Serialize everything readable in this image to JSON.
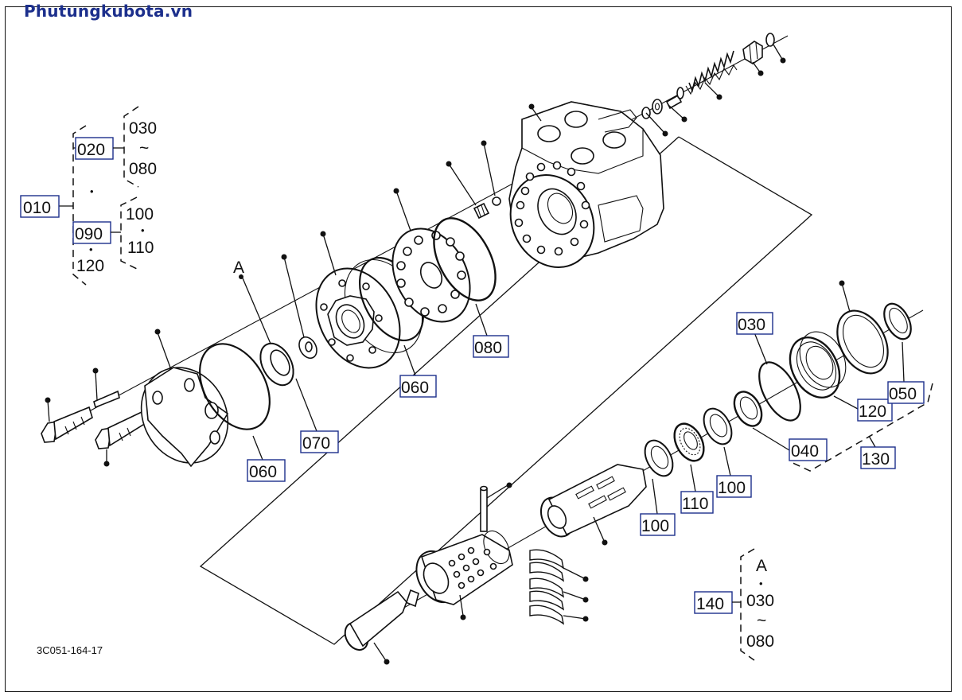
{
  "watermark": "Phutungkubota.vn",
  "drawing_code": "3C051-164-17",
  "colors": {
    "brand": "#1c2f8c",
    "ink": "#111111",
    "background": "#ffffff"
  },
  "legend_left": {
    "main": "010",
    "group_a": {
      "ref": "020",
      "from": "030",
      "tilde": "~",
      "to": "080"
    },
    "middle_dot": "•",
    "group_b": {
      "ref": "090",
      "first": "100",
      "dot": "•",
      "second": "110",
      "third_dot": "•",
      "third": "120"
    }
  },
  "legend_right": {
    "ref": "140",
    "a": "A",
    "dot": "•",
    "from": "030",
    "tilde": "~",
    "to": "080"
  },
  "callouts": {
    "a_mark": "A",
    "c060_left": "060",
    "c070": "070",
    "c060_mid": "060",
    "c080": "080",
    "c030": "030",
    "c050": "050",
    "c120": "120",
    "c040": "040",
    "c130": "130",
    "c100_a": "100",
    "c110": "110",
    "c100_b": "100"
  }
}
